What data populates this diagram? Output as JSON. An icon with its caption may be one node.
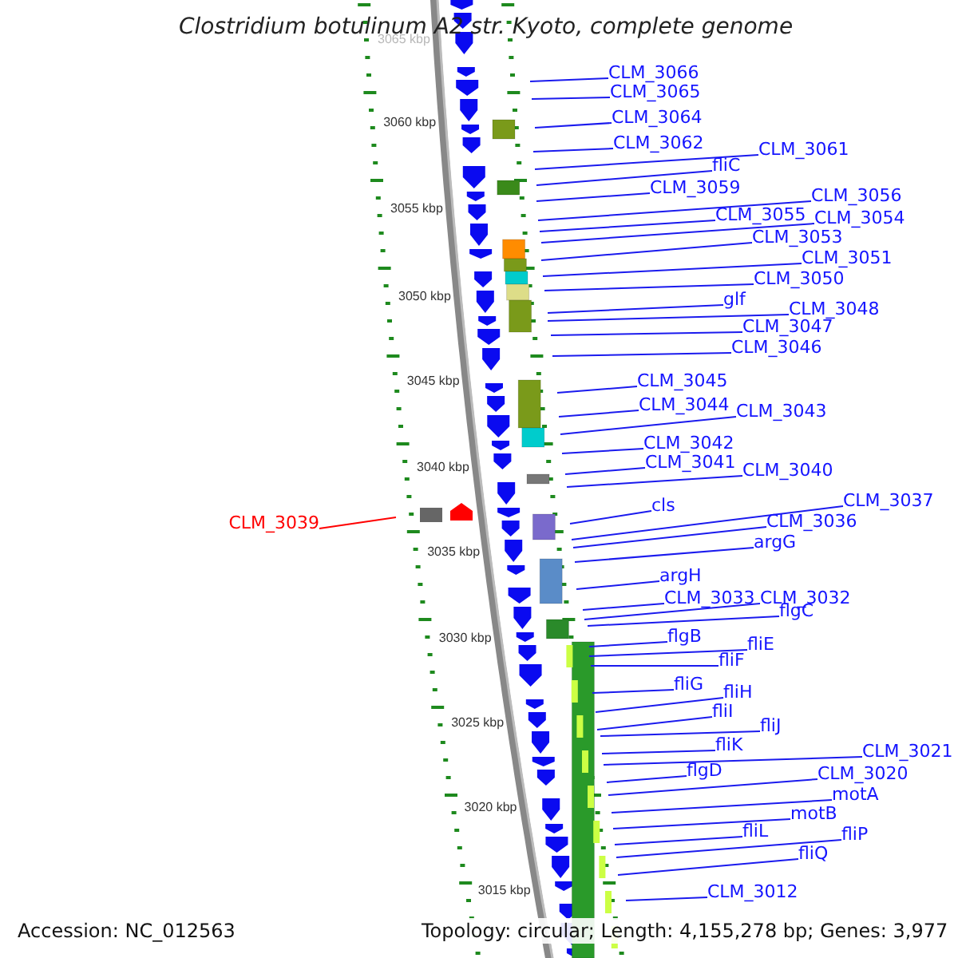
{
  "diagram": {
    "title": "Clostridium botulinum A2 str. Kyoto, complete genome",
    "nodes": [
      {
        "text": [
          "CLM_3066"
        ]
      },
      {
        "text": [
          "CLM_3065"
        ]
      },
      {
        "text": [
          "CLM_3064"
        ]
      },
      {
        "text": [
          "CLM_3062"
        ]
      },
      {
        "text": [
          "CLM_3061"
        ]
      },
      {
        "text": [
          "fliC"
        ]
      },
      {
        "text": [
          "CLM_3059"
        ]
      },
      {
        "text": [
          "CLM_3056"
        ]
      },
      {
        "text": [
          "CLM_3055"
        ]
      },
      {
        "text": [
          "CLM_3054"
        ]
      },
      {
        "text": [
          "CLM_3053"
        ]
      },
      {
        "text": [
          "CLM_3051"
        ]
      },
      {
        "text": [
          "CLM_3050"
        ]
      },
      {
        "text": [
          "glf"
        ]
      },
      {
        "text": [
          "CLM_3048"
        ]
      },
      {
        "text": [
          "CLM_3047"
        ]
      },
      {
        "text": [
          "CLM_3046"
        ]
      },
      {
        "text": [
          "CLM_3045"
        ]
      },
      {
        "text": [
          "CLM_3044"
        ]
      },
      {
        "text": [
          "CLM_3043"
        ]
      },
      {
        "text": [
          "CLM_3042"
        ]
      },
      {
        "text": [
          "CLM_3041"
        ]
      },
      {
        "text": [
          "CLM_3040"
        ]
      },
      {
        "text": [
          "CLM_3037"
        ]
      },
      {
        "text": [
          "cls"
        ]
      },
      {
        "text": [
          "CLM_3036"
        ]
      },
      {
        "text": [
          "CLM_3039"
        ]
      },
      {
        "text": [
          "argG"
        ]
      },
      {
        "text": [
          "argH"
        ]
      },
      {
        "text": [
          "CLM_3033"
        ]
      },
      {
        "text": [
          "CLM_3032"
        ]
      },
      {
        "text": [
          "flgC"
        ]
      },
      {
        "text": [
          "flgB"
        ]
      },
      {
        "text": [
          "fliE"
        ]
      },
      {
        "text": [
          "fliF"
        ]
      },
      {
        "text": [
          "fliG"
        ]
      },
      {
        "text": [
          "fliH"
        ]
      },
      {
        "text": [
          "fliI"
        ]
      },
      {
        "text": [
          "fliJ"
        ]
      },
      {
        "text": [
          "fliK"
        ]
      },
      {
        "text": [
          "CLM_3021"
        ]
      },
      {
        "text": [
          "flgD"
        ]
      },
      {
        "text": [
          "CLM_3020"
        ]
      },
      {
        "text": [
          "motA"
        ]
      },
      {
        "text": [
          "motB"
        ]
      },
      {
        "text": [
          "fliL"
        ]
      },
      {
        "text": [
          "fliP"
        ]
      },
      {
        "text": [
          "fliQ"
        ]
      },
      {
        "text": [
          "CLM_3012"
        ]
      }
    ],
    "edges": [
      {
        "from": 0,
        "to": null,
        "arrow": "none"
      },
      {
        "from": 1,
        "to": null,
        "arrow": "none"
      },
      {
        "from": 2,
        "to": null,
        "arrow": "none"
      },
      {
        "from": 3,
        "to": null,
        "arrow": "none"
      },
      {
        "from": 4,
        "to": null,
        "arrow": "none"
      },
      {
        "from": 5,
        "to": null,
        "arrow": "none"
      },
      {
        "from": 6,
        "to": null,
        "arrow": "none"
      },
      {
        "from": 7,
        "to": null,
        "arrow": "none"
      },
      {
        "from": 8,
        "to": null,
        "arrow": "none"
      },
      {
        "from": 9,
        "to": null,
        "arrow": "none"
      },
      {
        "from": 10,
        "to": null,
        "arrow": "none"
      },
      {
        "from": 11,
        "to": null,
        "arrow": "none"
      },
      {
        "from": 12,
        "to": null,
        "arrow": "none"
      },
      {
        "from": 13,
        "to": null,
        "arrow": "none"
      },
      {
        "from": 14,
        "to": null,
        "arrow": "none"
      },
      {
        "from": 15,
        "to": null,
        "arrow": "none"
      },
      {
        "from": 16,
        "to": null,
        "arrow": "none"
      },
      {
        "from": 17,
        "to": null,
        "arrow": "none"
      },
      {
        "from": 18,
        "to": null,
        "arrow": "none"
      },
      {
        "from": 19,
        "to": null,
        "arrow": "none"
      },
      {
        "from": 20,
        "to": null,
        "arrow": "none"
      },
      {
        "from": 21,
        "to": null,
        "arrow": "none"
      },
      {
        "from": 22,
        "to": null,
        "arrow": "none"
      },
      {
        "from": 23,
        "to": null,
        "arrow": "none"
      },
      {
        "from": 24,
        "to": null,
        "arrow": "none"
      },
      {
        "from": 25,
        "to": null,
        "arrow": "none"
      },
      {
        "from": 26,
        "to": null,
        "arrow": "none",
        "color": "#ff0000"
      },
      {
        "from": 27,
        "to": null,
        "arrow": "none"
      },
      {
        "from": 28,
        "to": null,
        "arrow": "none"
      },
      {
        "from": 29,
        "to": null,
        "arrow": "none"
      },
      {
        "from": 30,
        "to": null,
        "arrow": "none"
      },
      {
        "from": 31,
        "to": null,
        "arrow": "none"
      },
      {
        "from": 32,
        "to": null,
        "arrow": "none"
      },
      {
        "from": 33,
        "to": null,
        "arrow": "none"
      },
      {
        "from": 34,
        "to": null,
        "arrow": "none"
      },
      {
        "from": 35,
        "to": null,
        "arrow": "none"
      },
      {
        "from": 36,
        "to": null,
        "arrow": "none"
      },
      {
        "from": 37,
        "to": null,
        "arrow": "none"
      },
      {
        "from": 38,
        "to": null,
        "arrow": "none"
      },
      {
        "from": 39,
        "to": null,
        "arrow": "none"
      },
      {
        "from": 40,
        "to": null,
        "arrow": "none"
      },
      {
        "from": 41,
        "to": null,
        "arrow": "none"
      },
      {
        "from": 42,
        "to": null,
        "arrow": "none"
      },
      {
        "from": 43,
        "to": null,
        "arrow": "none"
      },
      {
        "from": 44,
        "to": null,
        "arrow": "none"
      },
      {
        "from": 45,
        "to": null,
        "arrow": "none"
      },
      {
        "from": 46,
        "to": null,
        "arrow": "none"
      },
      {
        "from": 47,
        "to": null,
        "arrow": "none"
      },
      {
        "from": 48,
        "to": null,
        "arrow": "none"
      }
    ],
    "labels": [
      "3065 kbp",
      "3060 kbp",
      "3055 kbp",
      "3050 kbp",
      "3045 kbp",
      "3040 kbp",
      "3035 kbp",
      "3030 kbp",
      "3025 kbp",
      "3020 kbp",
      "3015 kbp",
      "Accession: NC_012563",
      "Topology: circular; Length: 4,155,278 bp; Genes: 3,977"
    ]
  }
}
